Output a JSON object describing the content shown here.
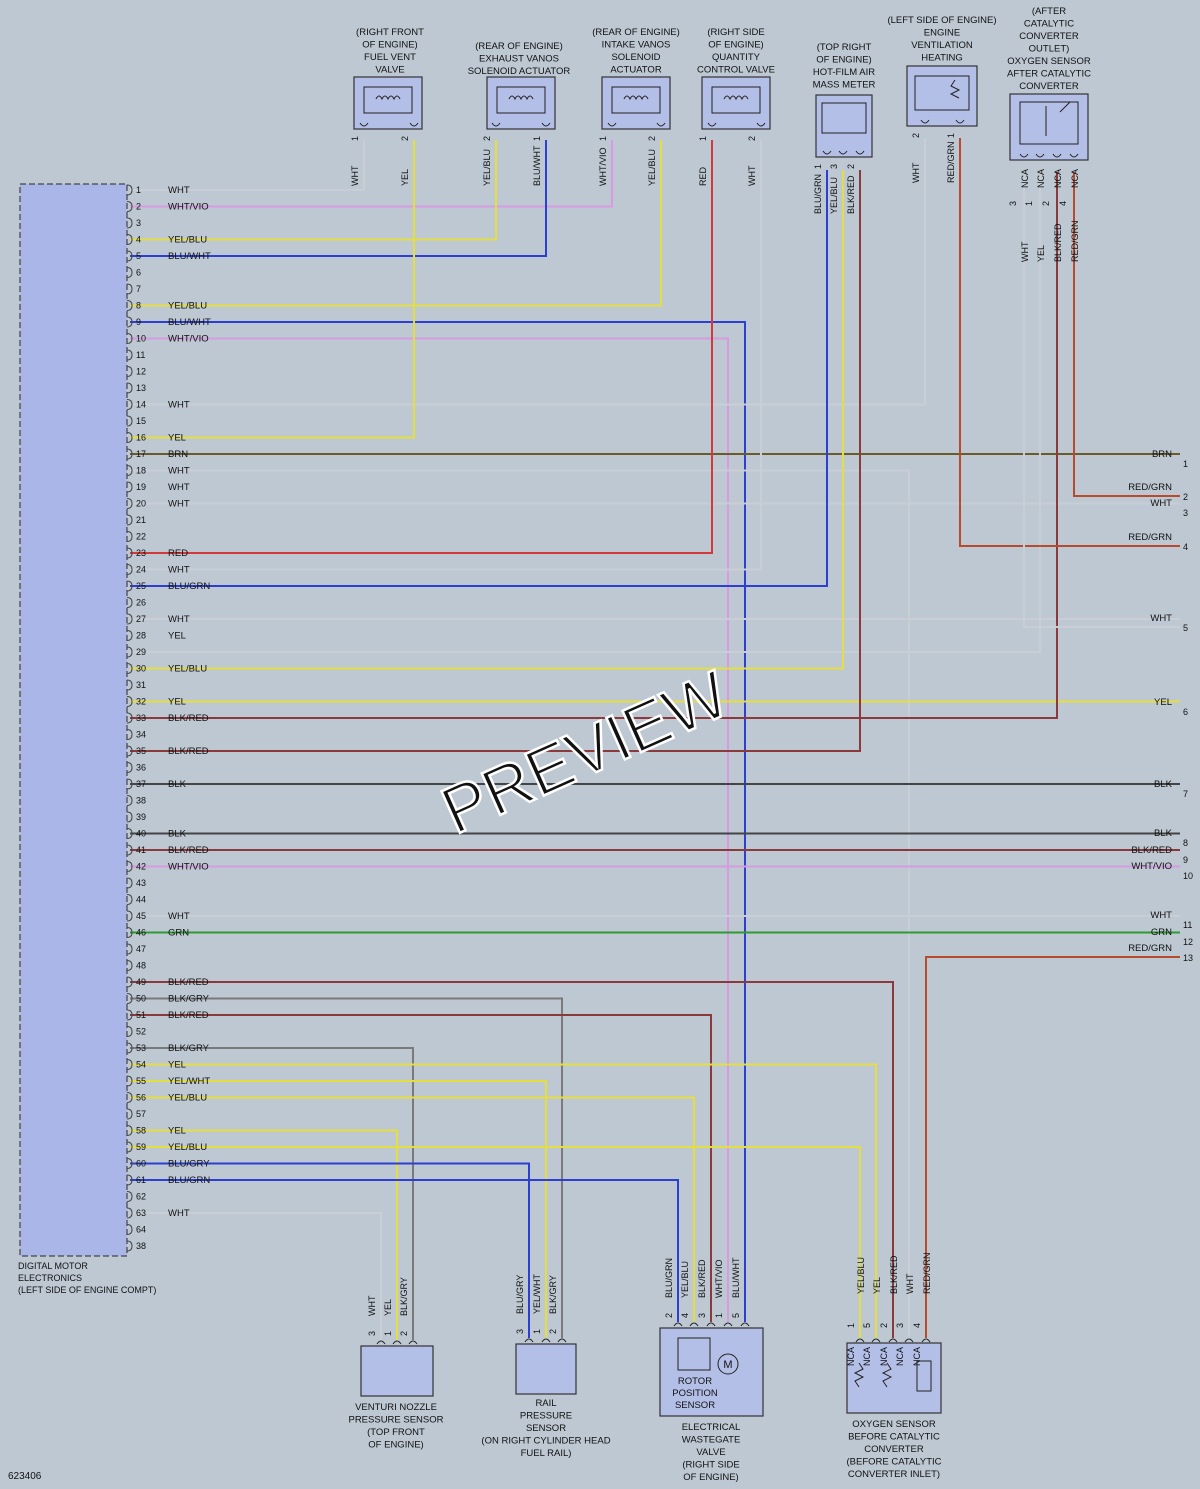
{
  "diagram_id": "623406",
  "watermark": "PREVIEW",
  "colors": {
    "background": "#bdc8d3",
    "wires": {
      "WHT": "#c9ced6",
      "YEL": "#e4de3f",
      "BLU": "#2c3fd0",
      "BRN": "#6b5a2a",
      "RED": "#d23a3a",
      "VIO": "#d89ae0",
      "GRN": "#2f9a2f",
      "BLK": "#444444",
      "GRY": "#7a7a7a",
      "REDGRN": "#b84a2e",
      "BLKRED": "#8a3a3a"
    }
  },
  "ecu": {
    "label_lines": [
      "DIGITAL MOTOR",
      "ELECTRONICS",
      "(LEFT SIDE OF ENGINE COMPT)"
    ],
    "pins": [
      {
        "n": "1",
        "wire": "WHT"
      },
      {
        "n": "2",
        "wire": "WHT/VIO"
      },
      {
        "n": "3",
        "wire": ""
      },
      {
        "n": "4",
        "wire": "YEL/BLU"
      },
      {
        "n": "5",
        "wire": "BLU/WHT"
      },
      {
        "n": "6",
        "wire": ""
      },
      {
        "n": "7",
        "wire": ""
      },
      {
        "n": "8",
        "wire": "YEL/BLU"
      },
      {
        "n": "9",
        "wire": "BLU/WHT"
      },
      {
        "n": "10",
        "wire": "WHT/VIO"
      },
      {
        "n": "11",
        "wire": ""
      },
      {
        "n": "12",
        "wire": ""
      },
      {
        "n": "13",
        "wire": ""
      },
      {
        "n": "14",
        "wire": "WHT"
      },
      {
        "n": "15",
        "wire": ""
      },
      {
        "n": "16",
        "wire": "YEL"
      },
      {
        "n": "17",
        "wire": "BRN"
      },
      {
        "n": "18",
        "wire": "WHT"
      },
      {
        "n": "19",
        "wire": "WHT"
      },
      {
        "n": "20",
        "wire": "WHT"
      },
      {
        "n": "21",
        "wire": ""
      },
      {
        "n": "22",
        "wire": ""
      },
      {
        "n": "23",
        "wire": "RED"
      },
      {
        "n": "24",
        "wire": "WHT"
      },
      {
        "n": "25",
        "wire": "BLU/GRN"
      },
      {
        "n": "26",
        "wire": ""
      },
      {
        "n": "27",
        "wire": "WHT"
      },
      {
        "n": "28",
        "wire": "YEL"
      },
      {
        "n": "29",
        "wire": ""
      },
      {
        "n": "30",
        "wire": "YEL/BLU"
      },
      {
        "n": "31",
        "wire": ""
      },
      {
        "n": "32",
        "wire": "YEL"
      },
      {
        "n": "33",
        "wire": "BLK/RED"
      },
      {
        "n": "34",
        "wire": ""
      },
      {
        "n": "35",
        "wire": "BLK/RED"
      },
      {
        "n": "36",
        "wire": ""
      },
      {
        "n": "37",
        "wire": "BLK"
      },
      {
        "n": "38",
        "wire": ""
      },
      {
        "n": "39",
        "wire": ""
      },
      {
        "n": "40",
        "wire": "BLK"
      },
      {
        "n": "41",
        "wire": "BLK/RED"
      },
      {
        "n": "42",
        "wire": "WHT/VIO"
      },
      {
        "n": "43",
        "wire": ""
      },
      {
        "n": "44",
        "wire": ""
      },
      {
        "n": "45",
        "wire": "WHT"
      },
      {
        "n": "46",
        "wire": "GRN"
      },
      {
        "n": "47",
        "wire": ""
      },
      {
        "n": "48",
        "wire": ""
      },
      {
        "n": "49",
        "wire": "BLK/RED"
      },
      {
        "n": "50",
        "wire": "BLK/GRY"
      },
      {
        "n": "51",
        "wire": "BLK/RED"
      },
      {
        "n": "52",
        "wire": ""
      },
      {
        "n": "53",
        "wire": "BLK/GRY"
      },
      {
        "n": "54",
        "wire": "YEL"
      },
      {
        "n": "55",
        "wire": "YEL/WHT"
      },
      {
        "n": "56",
        "wire": "YEL/BLU"
      },
      {
        "n": "57",
        "wire": ""
      },
      {
        "n": "58",
        "wire": "YEL"
      },
      {
        "n": "59",
        "wire": "YEL/BLU"
      },
      {
        "n": "60",
        "wire": "BLU/GRY"
      },
      {
        "n": "61",
        "wire": "BLU/GRN"
      },
      {
        "n": "62",
        "wire": ""
      },
      {
        "n": "63",
        "wire": "WHT"
      },
      {
        "n": "64",
        "wire": ""
      },
      {
        "n": "38",
        "wire": ""
      }
    ]
  },
  "top_components": [
    {
      "id": "fuel-vent-valve",
      "label_lines": [
        "(RIGHT FRONT",
        "OF ENGINE)",
        "FUEL VENT",
        "VALVE"
      ],
      "pins": [
        {
          "n": "1",
          "wire": "WHT"
        },
        {
          "n": "2",
          "wire": "YEL"
        }
      ]
    },
    {
      "id": "exhaust-vanos",
      "label_lines": [
        "(REAR OF ENGINE)",
        "EXHAUST VANOS",
        "SOLENOID ACTUATOR"
      ],
      "pins": [
        {
          "n": "2",
          "wire": "YEL/BLU"
        },
        {
          "n": "1",
          "wire": "BLU/WHT"
        }
      ]
    },
    {
      "id": "intake-vanos",
      "label_lines": [
        "(REAR OF ENGINE)",
        "INTAKE VANOS",
        "SOLENOID",
        "ACTUATOR"
      ],
      "pins": [
        {
          "n": "1",
          "wire": "WHT/VIO"
        },
        {
          "n": "2",
          "wire": "YEL/BLU"
        }
      ]
    },
    {
      "id": "quantity-control-valve",
      "label_lines": [
        "(RIGHT SIDE",
        "OF ENGINE)",
        "QUANTITY",
        "CONTROL VALVE"
      ],
      "pins": [
        {
          "n": "1",
          "wire": "RED"
        },
        {
          "n": "2",
          "wire": "WHT"
        }
      ]
    },
    {
      "id": "hot-film-maf",
      "label_lines": [
        "(TOP RIGHT",
        "OF ENGINE)",
        "HOT-FILM AIR",
        "MASS METER"
      ],
      "pins": [
        {
          "n": "1",
          "wire": "BLU/GRN"
        },
        {
          "n": "3",
          "wire": "YEL/BLU"
        },
        {
          "n": "2",
          "wire": "BLK/RED"
        }
      ]
    },
    {
      "id": "ventilation-heating",
      "label_lines": [
        "(LEFT SIDE OF ENGINE)",
        "ENGINE",
        "VENTILATION",
        "HEATING"
      ],
      "pins": [
        {
          "n": "2",
          "wire": "WHT"
        },
        {
          "n": "1",
          "wire": "RED/GRN"
        }
      ]
    },
    {
      "id": "o2-after-cat",
      "label_lines": [
        "(AFTER",
        "CATALYTIC",
        "CONVERTER",
        "OUTLET)",
        "OXYGEN SENSOR",
        "AFTER CATALYTIC",
        "CONVERTER"
      ],
      "pins": [
        {
          "n": "3",
          "wire": "WHT",
          "nca": "NCA"
        },
        {
          "n": "1",
          "wire": "YEL",
          "nca": "NCA"
        },
        {
          "n": "2",
          "wire": "BLK/RED",
          "nca": "NCA"
        },
        {
          "n": "4",
          "wire": "RED/GRN",
          "nca": "NCA"
        }
      ]
    }
  ],
  "bottom_components": [
    {
      "id": "venturi-sensor",
      "label_lines": [
        "VENTURI NOZZLE",
        "PRESSURE SENSOR",
        "(TOP FRONT",
        "OF ENGINE)"
      ],
      "pins": [
        {
          "n": "3",
          "wire": "WHT"
        },
        {
          "n": "1",
          "wire": "YEL"
        },
        {
          "n": "2",
          "wire": "BLK/GRY"
        }
      ]
    },
    {
      "id": "rail-pressure-sensor",
      "label_lines": [
        "RAIL",
        "PRESSURE",
        "SENSOR",
        "(ON RIGHT CYLINDER HEAD",
        "FUEL RAIL)"
      ],
      "pins": [
        {
          "n": "3",
          "wire": "BLU/GRY"
        },
        {
          "n": "1",
          "wire": "YEL/WHT"
        },
        {
          "n": "2",
          "wire": "BLK/GRY"
        }
      ]
    },
    {
      "id": "wastegate-valve",
      "label_lines": [
        "ELECTRICAL",
        "WASTEGATE",
        "VALVE",
        "(RIGHT SIDE",
        "OF ENGINE)"
      ],
      "inner_lines": [
        "ROTOR",
        "POSITION",
        "SENSOR"
      ],
      "motor": "M",
      "pins": [
        {
          "n": "2",
          "wire": "BLU/GRN"
        },
        {
          "n": "4",
          "wire": "YEL/BLU"
        },
        {
          "n": "3",
          "wire": "BLK/RED"
        },
        {
          "n": "1",
          "wire": "WHT/VIO"
        },
        {
          "n": "5",
          "wire": "BLU/WHT"
        }
      ]
    },
    {
      "id": "o2-before-cat",
      "label_lines": [
        "OXYGEN SENSOR",
        "BEFORE CATALYTIC",
        "CONVERTER",
        "(BEFORE CATALYTIC",
        "CONVERTER INLET)"
      ],
      "pins": [
        {
          "n": "1",
          "wire": "YEL/BLU",
          "nca": "NCA"
        },
        {
          "n": "5",
          "wire": "YEL",
          "nca": "NCA"
        },
        {
          "n": "2",
          "wire": "BLK/RED",
          "nca": "NCA"
        },
        {
          "n": "3",
          "wire": "WHT",
          "nca": "NCA"
        },
        {
          "n": "4",
          "wire": "RED/GRN",
          "nca": "NCA"
        }
      ]
    }
  ],
  "right_connector": [
    {
      "n": "1",
      "wire": "BRN"
    },
    {
      "n": "2",
      "wire": "RED/GRN"
    },
    {
      "n": "3",
      "wire": "WHT"
    },
    {
      "n": "4",
      "wire": "RED/GRN"
    },
    {
      "n": "5",
      "wire": "WHT"
    },
    {
      "n": "6",
      "wire": "YEL"
    },
    {
      "n": "7",
      "wire": "BLK"
    },
    {
      "n": "8",
      "wire": "BLK"
    },
    {
      "n": "9",
      "wire": "BLK/RED"
    },
    {
      "n": "10",
      "wire": "WHT/VIO"
    },
    {
      "n": "11",
      "wire": "WHT"
    },
    {
      "n": "12",
      "wire": "GRN"
    },
    {
      "n": "13",
      "wire": "RED/GRN"
    }
  ]
}
